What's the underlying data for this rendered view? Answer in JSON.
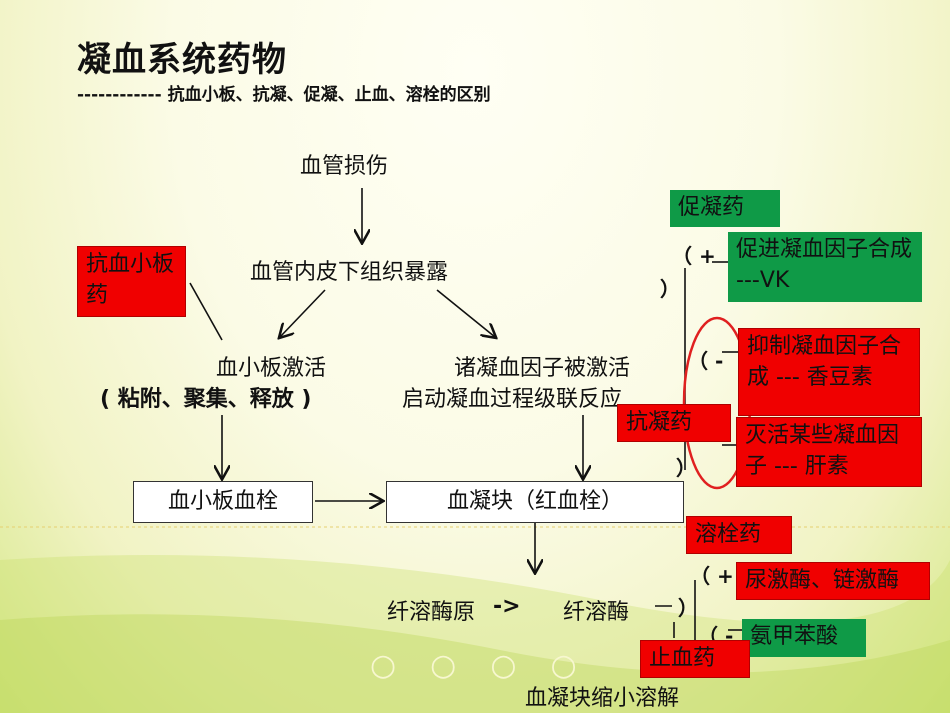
{
  "title": "凝血系统药物",
  "subtitle": "------------ 抗血小板、抗凝、促凝、止血、溶栓的区别",
  "nodes": {
    "vessel_injury": "血管损伤",
    "subendothelium": "血管内皮下组织暴露",
    "platelet_activation": "血小板激活",
    "platelet_activation_detail": "( 粘附、聚集、释放 )",
    "factors_activated": "诸凝血因子被激活",
    "cascade_start": "启动凝血过程级联反应",
    "platelet_plug": "血小板血栓",
    "clot": "血凝块（红血栓）",
    "plasminogen": "纤溶酶原",
    "plasmin": "纤溶酶",
    "clot_dissolve": "血凝块缩小溶解"
  },
  "drugs": {
    "antiplatelet": "抗血小板药",
    "procoagulant": "促凝药",
    "promote_synthesis": "促进凝血因子合成 ---VK",
    "anticoagulant": "抗凝药",
    "inhibit_synthesis": "抑制凝血因子合成 --- 香豆素",
    "inactivate_factors": "灭活某些凝血因子 --- 肝素",
    "thrombolytic": "溶栓药",
    "urokinase": "尿激酶、链激酶",
    "hemostatic": "止血药",
    "aminomethylbenzoic": "氨甲苯酸"
  },
  "signs": {
    "procoag_plus": "（ +",
    "procoag_close": "）",
    "anticoag_minus": "（ -",
    "anticoag_close": "）",
    "thromb_plus": "（ +",
    "thromb_close": "）",
    "hemo_minus": "（ -",
    "arrow_text": "->"
  },
  "colors": {
    "red": "#f00000",
    "green": "#0f9a47",
    "ellipse": "#e02020"
  }
}
